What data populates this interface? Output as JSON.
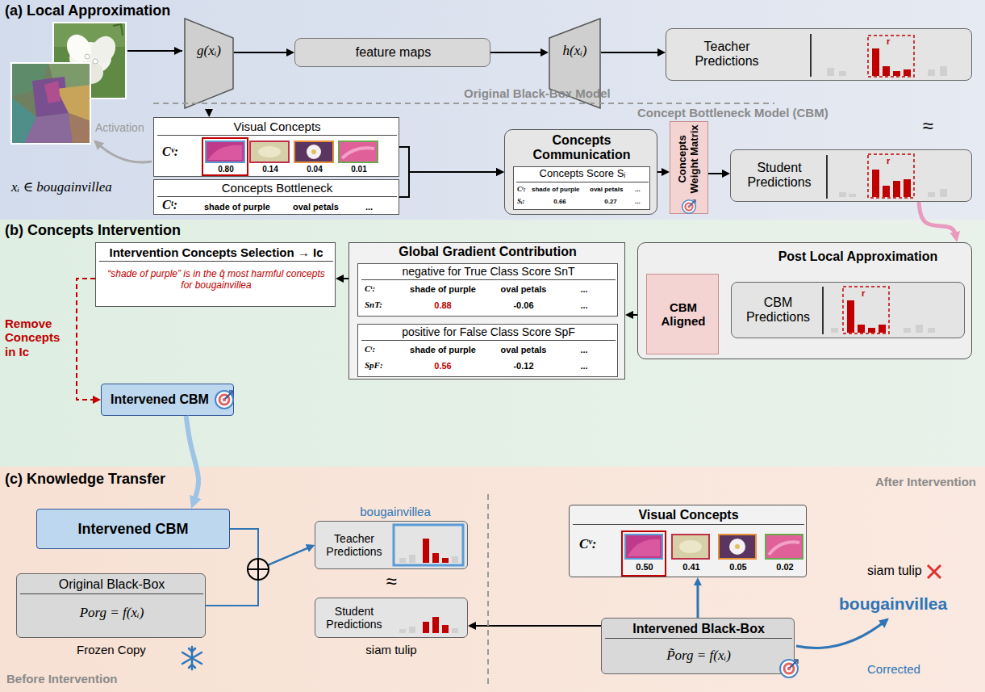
{
  "diagram": {
    "nodes": [
      {
        "text": [
          "(a) Local Approximation"
        ]
      },
      {
        "text": [
          "g(xᵢ)"
        ],
        "in": 0
      },
      {
        "text": [
          "feature maps"
        ],
        "in": 0
      },
      {
        "text": [
          "h(xᵢ)"
        ],
        "in": 0
      },
      {
        "text": [
          "Teacher Predictions"
        ],
        "in": 0
      },
      {
        "text": [
          "Visual Concepts",
          "Cᵛ:",
          "0.80",
          "0.14",
          "0.04",
          "0.01"
        ],
        "in": 0
      },
      {
        "text": [
          "Concepts Bottleneck",
          "Cᵗ:",
          "shade of purple",
          "oval petals",
          "..."
        ],
        "in": 0
      },
      {
        "text": [
          "Concepts Communication"
        ],
        "in": 0
      },
      {
        "text": [
          "Concepts Score Sᵢ",
          "Cᵗ:",
          "shade of purple",
          "oval petals",
          "...",
          "Sᵢ:",
          "0.66",
          "0.27",
          "..."
        ],
        "in": 7
      },
      {
        "text": [
          "Concepts Weight Matrix"
        ],
        "in": 0
      },
      {
        "text": [
          "Student Predictions"
        ],
        "in": 0
      },
      {
        "text": [
          "(b) Concepts Intervention"
        ]
      },
      {
        "text": [
          "Intervention Concepts Selection → Ic",
          "“shade of purple” is in the q̄ most harmful concepts for bougainvillea"
        ],
        "in": 11
      },
      {
        "text": [
          "Intervened CBM"
        ],
        "in": 11
      },
      {
        "text": [
          "Global Gradient Contribution"
        ],
        "in": 11
      },
      {
        "text": [
          "negative for True Class Score SnT",
          "Cᵗ:",
          "shade of purple",
          "oval petals",
          "...",
          "SnT:",
          "0.88",
          "-0.06",
          "..."
        ],
        "in": 14
      },
      {
        "text": [
          "positive for False Class Score SpF",
          "Cᵗ:",
          "shade of purple",
          "oval petals",
          "...",
          "SpF:",
          "0.56",
          "-0.12",
          "..."
        ],
        "in": 14
      },
      {
        "text": [
          "Post Local Approximation"
        ],
        "in": 11
      },
      {
        "text": [
          "CBM Aligned"
        ],
        "in": 17
      },
      {
        "text": [
          "CBM Predictions"
        ],
        "in": 17
      },
      {
        "text": [
          "(c) Knowledge Transfer"
        ]
      },
      {
        "text": [
          "Intervened CBM"
        ],
        "in": 20
      },
      {
        "text": [
          "Original Black-Box",
          "Porg = f(xᵢ)"
        ],
        "in": 20
      },
      {
        "text": [
          "Teacher Predictions"
        ],
        "in": 20
      },
      {
        "text": [
          "Student Predictions"
        ],
        "in": 20
      },
      {
        "text": [
          "Visual Concepts",
          "Cᵛ:",
          "0.50",
          "0.41",
          "0.05",
          "0.02"
        ],
        "in": 20
      },
      {
        "text": [
          "Intervened Black-Box",
          "P̃org = f(xᵢ)"
        ],
        "in": 20
      }
    ],
    "edges": [
      {
        "from": 1,
        "to": 2,
        "arrow": "to"
      },
      {
        "from": 2,
        "to": 3,
        "arrow": "to"
      },
      {
        "from": 3,
        "to": 4,
        "arrow": "to"
      },
      {
        "from": 1,
        "to": 5,
        "arrow": "to"
      },
      {
        "from": 5,
        "to": 7,
        "arrow": "to"
      },
      {
        "from": 6,
        "to": 7,
        "arrow": "to"
      },
      {
        "from": 7,
        "to": 9,
        "arrow": "to"
      },
      {
        "from": 9,
        "to": 10,
        "arrow": "to"
      },
      {
        "from": 10,
        "to": 17,
        "arrow": "to"
      },
      {
        "from": 17,
        "to": 14,
        "arrow": "to"
      },
      {
        "from": 14,
        "to": 12,
        "arrow": "to"
      },
      {
        "from": 12,
        "to": 13,
        "label": "Remove Concepts in Ic",
        "arrow": "to"
      },
      {
        "from": 13,
        "to": 21,
        "arrow": "to"
      },
      {
        "from": 21,
        "to": 23,
        "arrow": "to"
      },
      {
        "from": 22,
        "to": 23,
        "arrow": "to"
      },
      {
        "from": 26,
        "to": 24,
        "arrow": "to"
      },
      {
        "from": 26,
        "to": 25,
        "arrow": "to"
      }
    ],
    "labels": [
      "Original Black-Box Model",
      "Concept Bottleneck Model (CBM)",
      "Activation",
      "xᵢ ∈ bougainvillea",
      "≈",
      "r",
      "r",
      "r",
      "Frozen Copy",
      "Before Intervention",
      "bougainvillea",
      "≈",
      "siam tulip",
      "After Intervention",
      "siam tulip",
      "bougainvillea",
      "Corrected"
    ]
  }
}
